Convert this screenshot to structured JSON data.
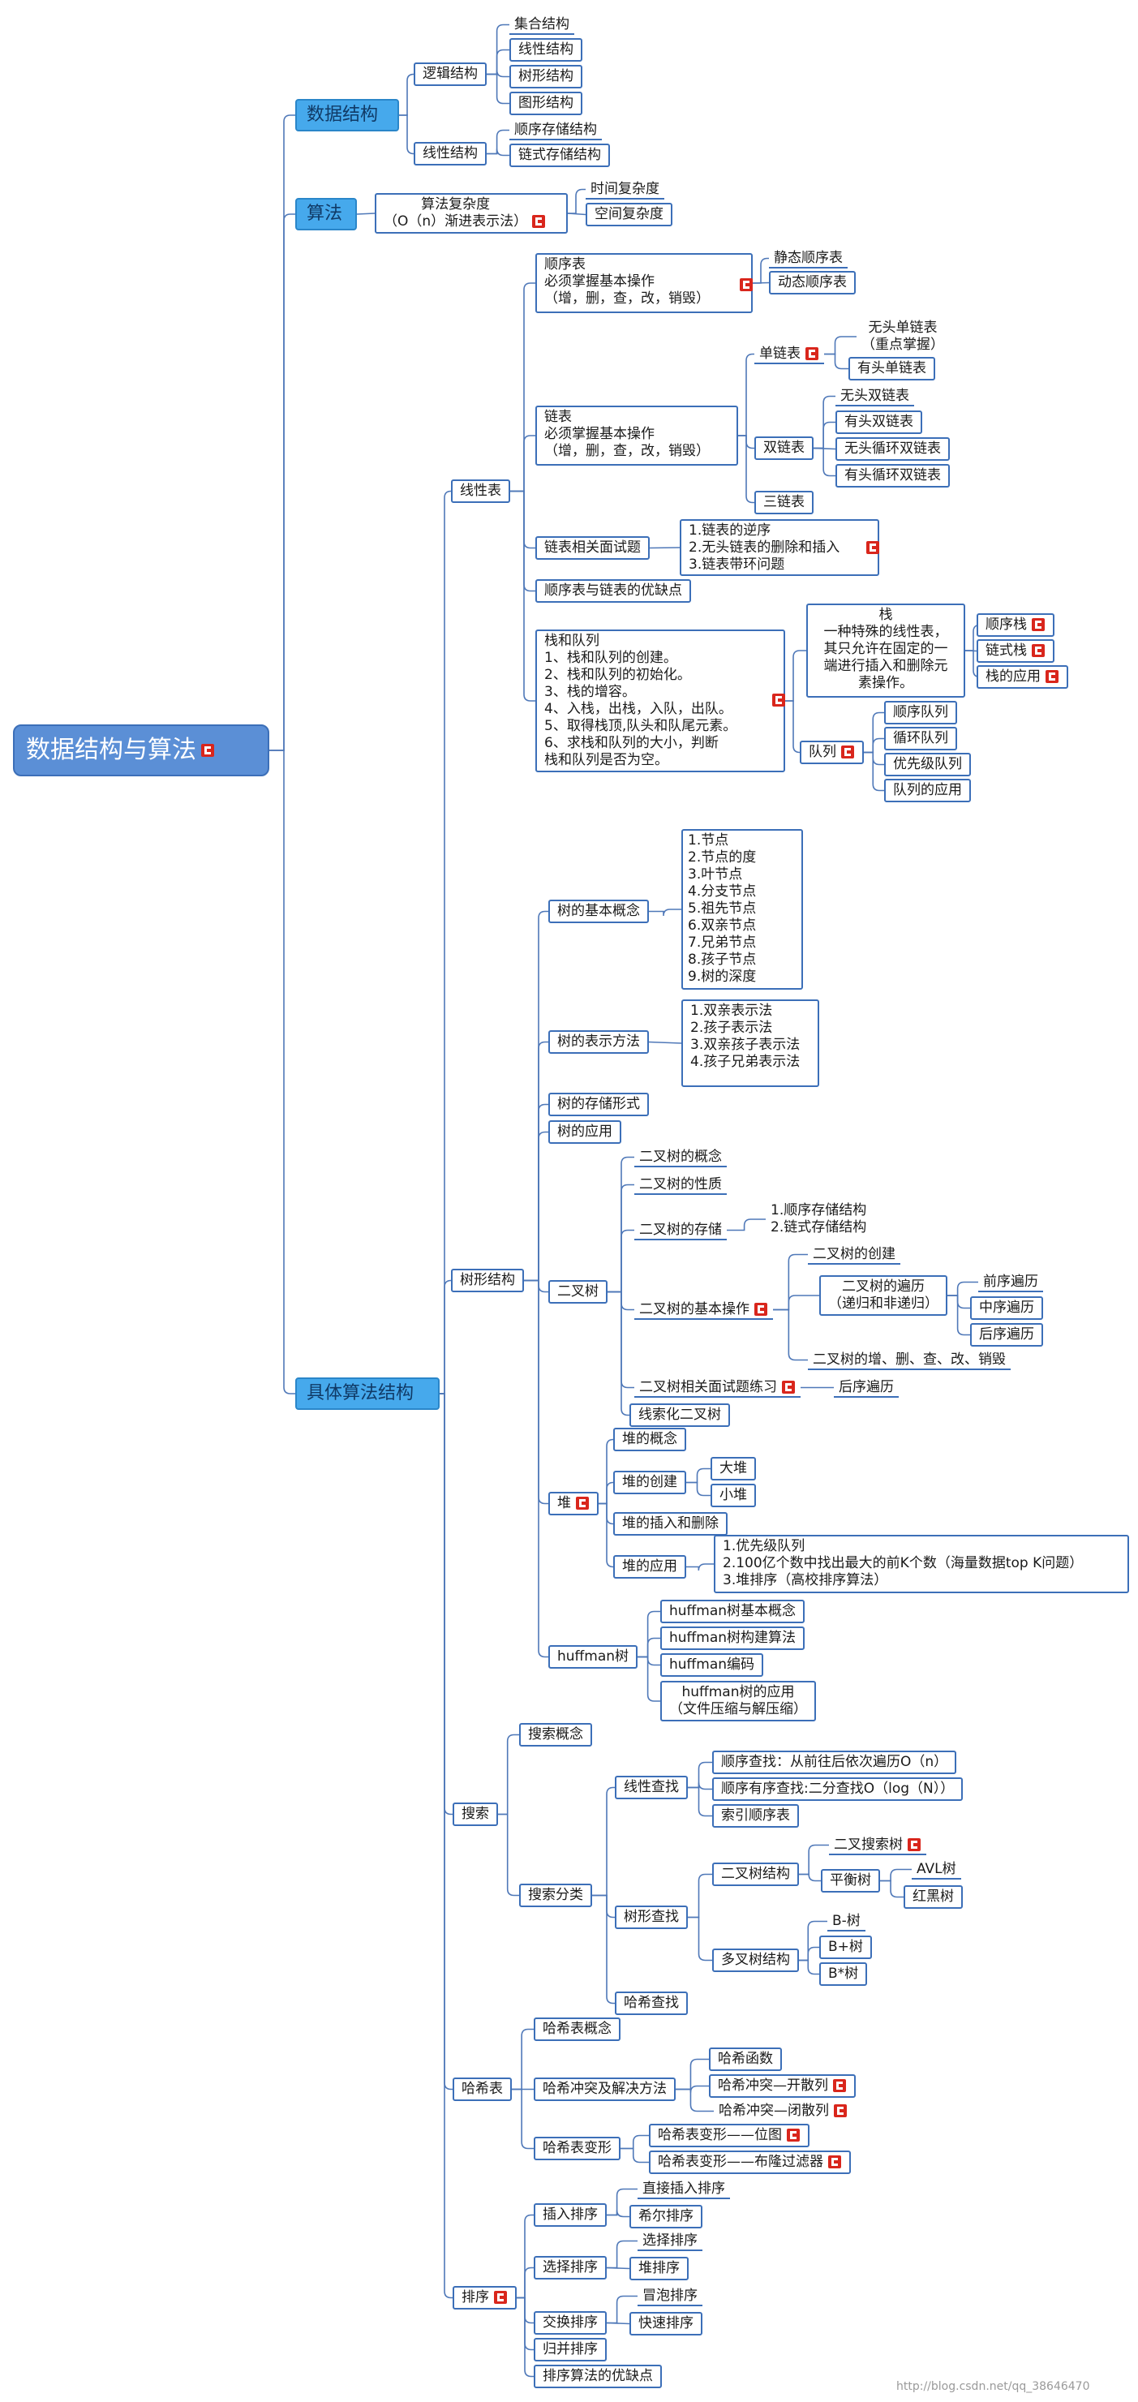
{
  "nodes": {
    "root": "数据结构与算法",
    "ds": "数据结构",
    "alg": "算法",
    "impl": "具体算法结构",
    "logic": "逻辑结构",
    "physic": "线性结构",
    "set": "集合结构",
    "linear": "线性结构",
    "tree": "树形结构",
    "graph": "图形结构",
    "seqstore": "顺序存储结构",
    "chainstore": "链式存储结构",
    "complexity": "算法复杂度\n（O（n）渐进表示法）",
    "time": "时间复杂度",
    "space": "空间复杂度",
    "linlist": "线性表",
    "seqtable": "顺序表\n必须掌握基本操作\n（增，删，查，改，销毁）",
    "staticseq": "静态顺序表",
    "dynseq": "动态顺序表",
    "linked": "链表\n必须掌握基本操作\n（增，删，查，改，销毁）",
    "single": "单链表",
    "nohead1": "无头单链表\n（重点掌握）",
    "head1": "有头单链表",
    "double": "双链表",
    "nohead2": "无头双链表",
    "head2": "有头双链表",
    "nohead2c": "无头循环双链表",
    "head2c": "有头循环双链表",
    "triple": "三链表",
    "linkq": "链表相关面试题",
    "linkqitems": "1.链表的逆序\n2.无头链表的删除和插入\n3.链表带环问题",
    "prosandcons": "顺序表与链表的优缺点",
    "stackqueue": "栈和队列\n1、栈和队列的创建。\n2、栈和队列的初始化。\n3、栈的增容。\n4、入栈，出栈，入队，出队。\n5、取得栈顶,队头和队尾元素。\n6、求栈和队列的大小，判断\n栈和队列是否为空。",
    "stackdef": "栈\n一种特殊的线性表，\n其只允许在固定的一\n端进行插入和删除元\n素操作。",
    "seqstack": "顺序栈",
    "chainstack": "链式栈",
    "stackapp": "栈的应用",
    "queue": "队列",
    "seqqueue": "顺序队列",
    "circqueue": "循环队列",
    "prioqueue": "优先级队列",
    "queueapp": "队列的应用",
    "treestruct": "树形结构",
    "treebasic": "树的基本概念",
    "treebasicitems": "1.节点\n2.节点的度\n3.叶节点\n4.分支节点\n5.祖先节点\n6.双亲节点\n7.兄弟节点\n8.孩子节点\n9.树的深度",
    "treerepr": "树的表示方法",
    "treerepritems": "1.双亲表示法\n2.孩子表示法\n3.双亲孩子表示法\n4.孩子兄弟表示法",
    "treestore": "树的存储形式",
    "treeapp": "树的应用",
    "bintree": "二叉树",
    "btconcept": "二叉树的概念",
    "btprop": "二叉树的性质",
    "btstore": "二叉树的存储",
    "btstoreitems": "1.顺序存储结构\n2.链式存储结构",
    "btops": "二叉树的基本操作",
    "btcreate": "二叉树的创建",
    "bttraverse": "二叉树的遍历\n（递归和非递归）",
    "preorder": "前序遍历",
    "inorder": "中序遍历",
    "postorder": "后序遍历",
    "btcrud": "二叉树的增、删、查、改、销毁",
    "btinterview": "二叉树相关面试题练习",
    "postorder2": "后序遍历",
    "threaded": "线索化二叉树",
    "heap": "堆",
    "heapconcept": "堆的概念",
    "heapcreate": "堆的创建",
    "bigheap": "大堆",
    "smallheap": "小堆",
    "heapins": "堆的插入和删除",
    "heapapp": "堆的应用",
    "heapappitems": "1.优先级队列\n2.100亿个数中找出最大的前K个数（海量数据top K问题）\n3.堆排序（高校排序算法）",
    "huffman": "huffman树",
    "hufconcept": "huffman树基本概念",
    "hufbuild": "huffman树构建算法",
    "hufcode": "huffman编码",
    "hufapp": "huffman树的应用\n（文件压缩与解压缩）",
    "search": "搜索",
    "searchconcept": "搜索概念",
    "searchcat": "搜索分类",
    "linsearch": "线性查找",
    "seqsearch": "顺序查找：从前往后依次遍历O（n）",
    "ordsearch": "顺序有序查找:二分查找O（log（N））",
    "idxsearch": "索引顺序表",
    "treesearch": "树形查找",
    "bts": "二叉树结构",
    "bst": "二叉搜索树",
    "balanced": "平衡树",
    "avl": "AVL树",
    "rb": "红黑树",
    "multi": "多叉树结构",
    "btree": "B-树",
    "bplus": "B+树",
    "bstar": "B*树",
    "hashsearch": "哈希查找",
    "hashtable": "哈希表",
    "hashconcept": "哈希表概念",
    "hashconflict": "哈希冲突及解决方法",
    "hashfunc": "哈希函数",
    "openhash": "哈希冲突—开散列",
    "closedhash": "哈希冲突—闭散列",
    "hashvar": "哈希表变形",
    "bitmap": "哈希表变形——位图",
    "bloom": "哈希表变形——布隆过滤器",
    "sort": "排序",
    "insertsort": "插入排序",
    "directins": "直接插入排序",
    "shell": "希尔排序",
    "selectsort": "选择排序",
    "selsort": "选择排序",
    "heapsort": "堆排序",
    "swapsort": "交换排序",
    "bubble": "冒泡排序",
    "quick": "快速排序",
    "merge": "归并排序",
    "sortpros": "排序算法的优缺点"
  },
  "watermark": "http://blog.csdn.net/qq_38646470",
  "colors": {
    "line": "#4f78b8",
    "flag_red": "#d9261c",
    "root_fill": "#5b8fd6",
    "main_fill": "#46a9ec"
  },
  "icons": {
    "note": "red-flag-icon",
    "collapse": "circle-marker-icon"
  }
}
